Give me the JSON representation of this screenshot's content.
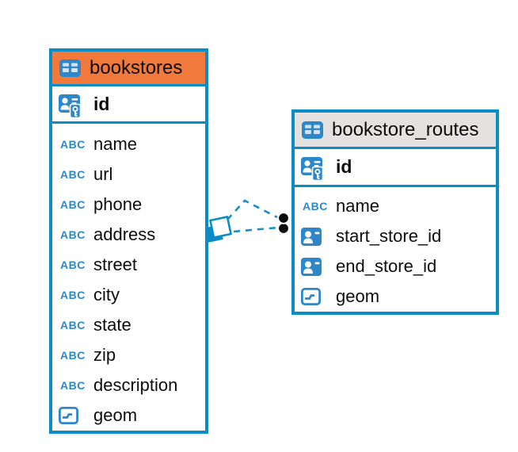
{
  "app": {
    "view": "database-er-diagram",
    "background": "#ffffff"
  },
  "colors": {
    "accent_blue": "#0a8dc6",
    "icon_blue": "#2e87c9",
    "icon_cell_light": "#cfe3f5",
    "header_orange": "#f0793b",
    "header_gray": "#e3e2e1",
    "relationship_line_blue": "#1d8cc9",
    "endpoint_dot_black": "#0b0b0b",
    "text": "#0d0d0d"
  },
  "icons": {
    "table_icon": "table-grid",
    "primary_key_icon": "person-card-with-key",
    "reference_icon": "person-card",
    "geometry_icon": "box-with-dash",
    "text_type_label": "ABC"
  },
  "tables": [
    {
      "title": "bookstores",
      "header_color": "#f0793b",
      "primary_key": {
        "name": "id",
        "type": "primary-key"
      },
      "fields": [
        {
          "name": "name",
          "type": "text"
        },
        {
          "name": "url",
          "type": "text"
        },
        {
          "name": "phone",
          "type": "text"
        },
        {
          "name": "address",
          "type": "text"
        },
        {
          "name": "street",
          "type": "text"
        },
        {
          "name": "city",
          "type": "text"
        },
        {
          "name": "state",
          "type": "text"
        },
        {
          "name": "zip",
          "type": "text"
        },
        {
          "name": "description",
          "type": "text"
        },
        {
          "name": "geom",
          "type": "geometry"
        }
      ]
    },
    {
      "title": "bookstore_routes",
      "header_color": "#e3e2e1",
      "primary_key": {
        "name": "id",
        "type": "primary-key"
      },
      "fields": [
        {
          "name": "name",
          "type": "text"
        },
        {
          "name": "start_store_id",
          "type": "reference"
        },
        {
          "name": "end_store_id",
          "type": "reference"
        },
        {
          "name": "geom",
          "type": "geometry"
        }
      ]
    }
  ],
  "relationships": {
    "count": 2,
    "line_style": "dashed",
    "from_table": "bookstores",
    "to_table": "bookstore_routes",
    "from_marker": "diamond",
    "to_marker": "black-dot"
  }
}
